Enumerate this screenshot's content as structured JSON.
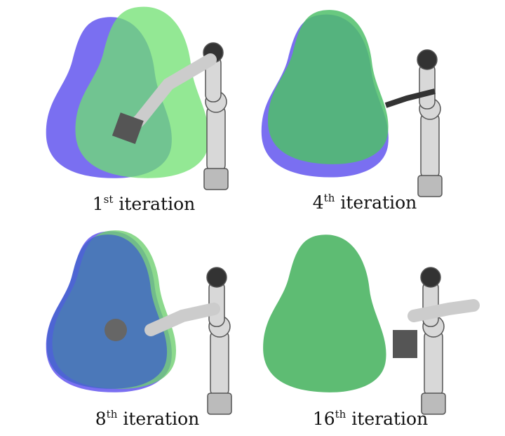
{
  "figure": {
    "panels": [
      {
        "number": "1",
        "suffix": "st",
        "word": "iteration",
        "target_color": "#6b5ff0",
        "estimate_color": "#6fe070"
      },
      {
        "number": "4",
        "suffix": "th",
        "word": "iteration",
        "target_color": "#6b5ff0",
        "estimate_color": "#4fbf6a"
      },
      {
        "number": "8",
        "suffix": "th",
        "word": "iteration",
        "target_color": "#3f62c8",
        "estimate_color": "#6fd070"
      },
      {
        "number": "16",
        "suffix": "th",
        "word": "iteration",
        "target_color": "#4fae67",
        "estimate_color": "#55b86c"
      }
    ]
  }
}
